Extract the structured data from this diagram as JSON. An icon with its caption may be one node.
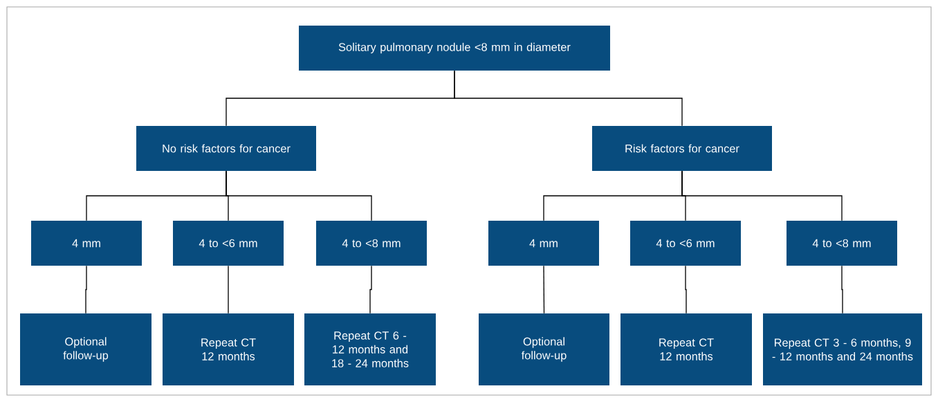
{
  "diagram": {
    "nodes": [
      {
        "text": [
          "Solitary pulmonary nodule <8 mm in diameter"
        ]
      },
      {
        "text": [
          "No risk factors for cancer"
        ]
      },
      {
        "text": [
          "Risk factors for cancer"
        ]
      },
      {
        "text": [
          "4 mm"
        ]
      },
      {
        "text": [
          "4 to <6 mm"
        ]
      },
      {
        "text": [
          "4 to <8 mm"
        ]
      },
      {
        "text": [
          "4 mm"
        ]
      },
      {
        "text": [
          "4 to <6 mm"
        ]
      },
      {
        "text": [
          "4 to <8 mm"
        ]
      },
      {
        "text": [
          "Optional follow-up"
        ]
      },
      {
        "text": [
          "Repeat CT 12 months"
        ]
      },
      {
        "text": [
          "Repeat CT 6 - 12 months and 18 - 24 months"
        ]
      },
      {
        "text": [
          "Optional follow-up"
        ]
      },
      {
        "text": [
          "Repeat CT 12 months"
        ]
      },
      {
        "text": [
          "Repeat CT 3 - 6 months, 9 - 12 months and 24 months"
        ]
      }
    ],
    "edges": [
      {
        "from": 0,
        "to": 1,
        "arrow": "none"
      },
      {
        "from": 0,
        "to": 2,
        "arrow": "none"
      },
      {
        "from": 1,
        "to": 3,
        "arrow": "none"
      },
      {
        "from": 1,
        "to": 4,
        "arrow": "none"
      },
      {
        "from": 1,
        "to": 5,
        "arrow": "none"
      },
      {
        "from": 2,
        "to": 6,
        "arrow": "none"
      },
      {
        "from": 2,
        "to": 7,
        "arrow": "none"
      },
      {
        "from": 2,
        "to": 8,
        "arrow": "none"
      },
      {
        "from": 3,
        "to": 9,
        "arrow": "none"
      },
      {
        "from": 4,
        "to": 10,
        "arrow": "none"
      },
      {
        "from": 5,
        "to": 11,
        "arrow": "none"
      },
      {
        "from": 6,
        "to": 12,
        "arrow": "none"
      },
      {
        "from": 7,
        "to": 13,
        "arrow": "none"
      },
      {
        "from": 8,
        "to": 14,
        "arrow": "none"
      }
    ]
  }
}
